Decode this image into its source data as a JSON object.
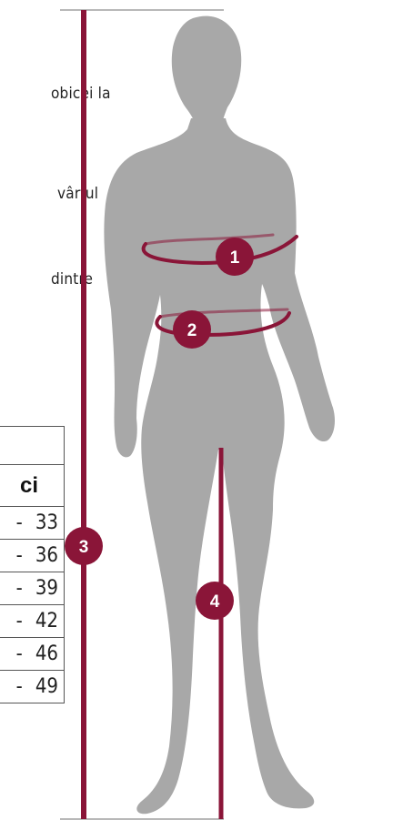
{
  "fragments": [
    "obicei la",
    "vârful",
    "dintre"
  ],
  "table": {
    "header": "ci",
    "separator": "-",
    "values": [
      "33",
      "36",
      "39",
      "42",
      "46",
      "49"
    ]
  },
  "badges": [
    "1",
    "2",
    "3",
    "4"
  ],
  "colors": {
    "accent": "#8a1538",
    "silhouette": "#a8a8a8",
    "guide": "#b8b8b8"
  }
}
